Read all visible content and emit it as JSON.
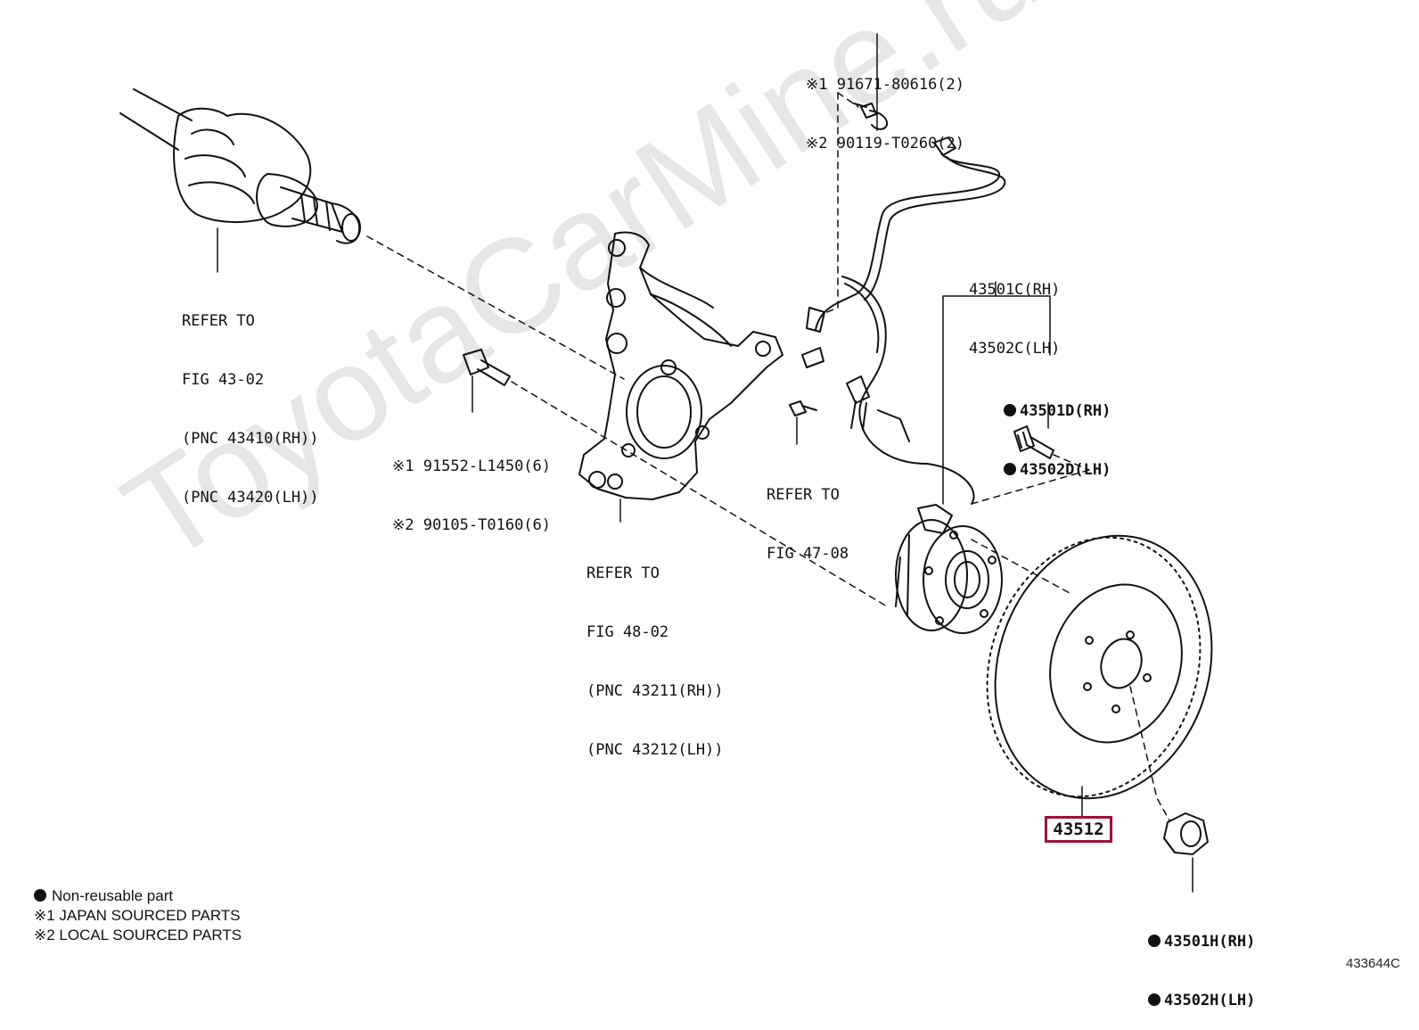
{
  "watermark": "ToyotaCarMine.ru",
  "labels": {
    "driveshaft": [
      "REFER TO",
      "FIG 43-02",
      "(PNC 43410(RH))",
      "(PNC 43420(LH))"
    ],
    "knuckle_bolt": [
      "※1 91552-L1450(6)",
      "※2 90105-T0160(6)"
    ],
    "knuckle": [
      "REFER TO",
      "FIG 48-02",
      "(PNC 43211(RH))",
      "(PNC 43212(LH))"
    ],
    "sensor_bolt_top": [
      "※1 91671-80616(2)",
      "※2 90119-T0260(2)"
    ],
    "sensor_ref": [
      "REFER TO",
      "FIG 47-08"
    ],
    "hub": [
      "43501C(RH)",
      "43502C(LH)"
    ],
    "hub_bolt": [
      "43501D(RH)",
      "43502D(LH)"
    ],
    "nut": [
      "43501H(RH)",
      "43502H(LH)"
    ],
    "rotor": "43512"
  },
  "legend": {
    "nonreusable": "Non-reusable part",
    "japan": "※1 JAPAN SOURCED PARTS",
    "local": "※2 LOCAL SOURCED PARTS"
  },
  "doc_id": "433644C",
  "colors": {
    "callout_border": "#a0103a",
    "line": "#111111",
    "watermark": "#e6e6e6"
  }
}
